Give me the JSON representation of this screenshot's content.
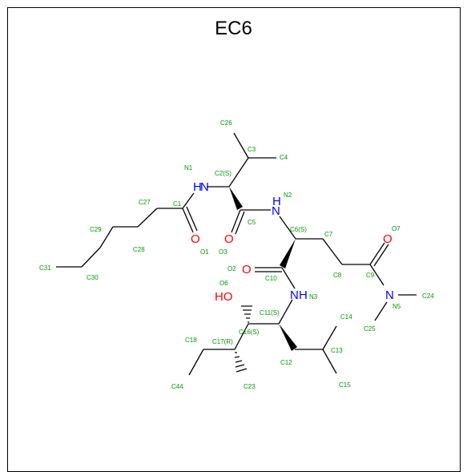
{
  "title": "EC6",
  "atoms": {
    "n1": "N",
    "h1": "H",
    "n2": "N",
    "h2": "H",
    "n3": "N",
    "h3": "H",
    "n5": "N",
    "o1": "O",
    "o3": "O",
    "o2": "O",
    "o7": "O",
    "ho": "HO"
  },
  "labels": {
    "C1": "C1",
    "C2": "C2(S)",
    "C3": "C3",
    "C4": "C4",
    "C5": "C5",
    "C6": "C6(S)",
    "C7": "C7",
    "C8": "C8",
    "C9": "C9",
    "C10": "C10",
    "C11": "C11(S)",
    "C12": "C12",
    "C13": "C13",
    "C14": "C14",
    "C15": "C15",
    "C16": "C16(S)",
    "C17": "C17(R)",
    "C18": "C18",
    "C23": "C23",
    "C24": "C24",
    "C25": "C25",
    "C26": "C26",
    "C27": "C27",
    "C28": "C28",
    "C29": "C29",
    "C30": "C30",
    "C31": "C31",
    "C44": "C44",
    "N1": "N1",
    "N2": "N2",
    "N3": "N3",
    "N5": "N5",
    "O1": "O1",
    "O2": "O2",
    "O3": "O3",
    "O6": "O6",
    "O7": "O7"
  }
}
